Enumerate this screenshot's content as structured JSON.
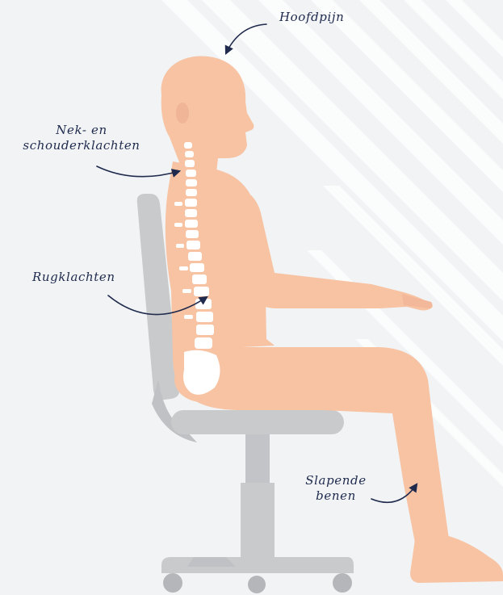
{
  "labels": {
    "headache": "Hoofdpijn",
    "neck_line1": "Nek- en",
    "neck_line2": "schouderklachten",
    "back": "Rugklachten",
    "legs_line1": "Slapende",
    "legs_line2": "benen"
  },
  "colors": {
    "background": "#f1f3f5",
    "stripe": "#ffffff",
    "body": "#f7c3a3",
    "spine": "#ffffff",
    "chair": "#c9cacc",
    "chair_dark": "#b4b6b9",
    "ink": "#1f2a4d"
  }
}
